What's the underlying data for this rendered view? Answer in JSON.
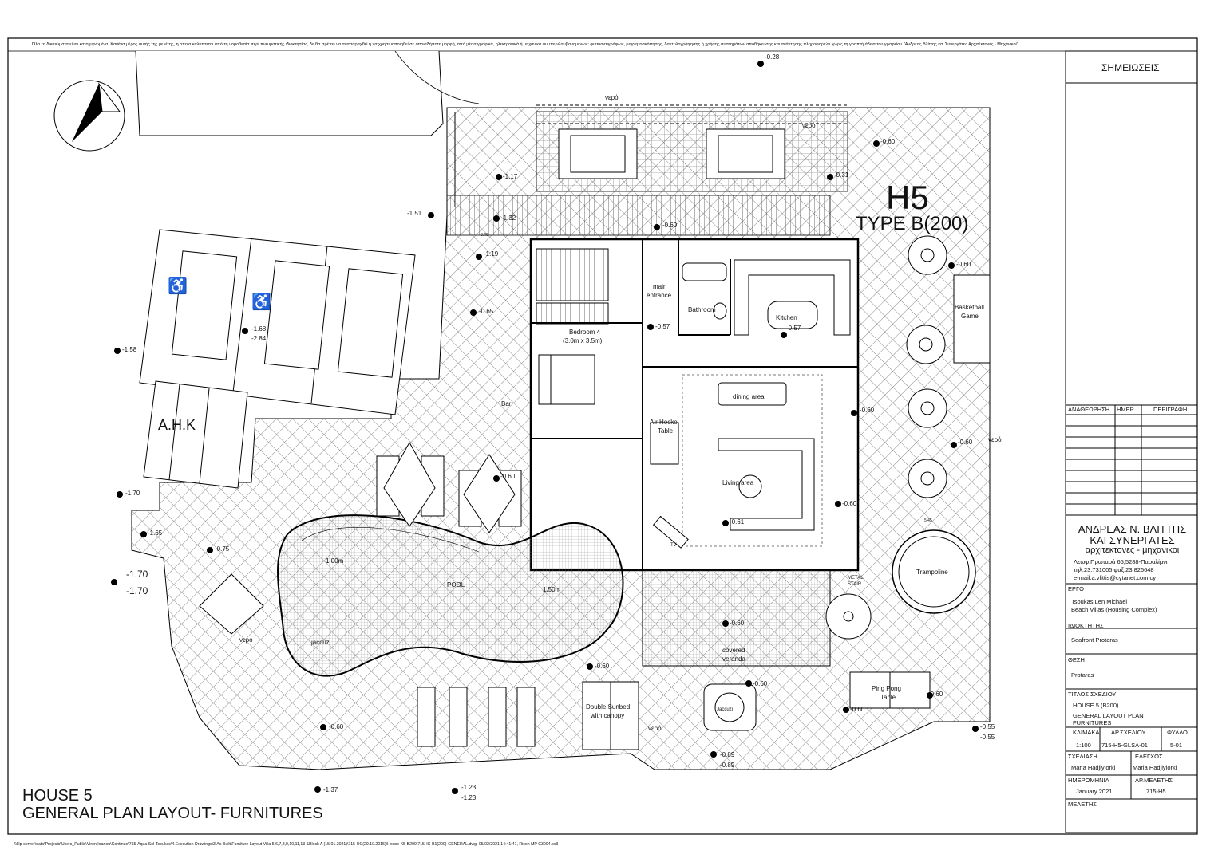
{
  "copyright": "Όλα τα δικαιώματα είναι κατοχυρωμένα. Κανένα μέρος αυτής της μελέτης, η οποία καλύπτεται από τη νομοθεσία περί πνευματικής ιδιοκτησίας, δε θα πρέπει να αναπαραχθεί ή να χρησιμοποιηθεί σε οποιαδήποτε μορφή, από μέσα γραφικά, ηλεκτρονικά ή μηχανικά συμπεριλαμβανομένων: φωτοαντιγράφων, μαγνητοσκόπησης, δακτυλογράφησης ή χρήσης συστημάτων αποθήκευσης και ανάκτησης πληροφοριών χωρίς τη γραπτή άδεια του γραφείου \"Ανδρέας Βλίττης και Συνεργάτες Αρχιτέκτονες - Μηχανικοί\"",
  "plan": {
    "house_code": "H5",
    "type_label": "TYPE B(200)",
    "aik": "Α.Η.Κ",
    "rooms": {
      "main_entrance": [
        "main",
        "entrance"
      ],
      "bathroom": "Bathroom",
      "kitchen": "Kitchen",
      "bedroom": [
        "Bedroom 4",
        "(3.0m x 3.5m)"
      ],
      "bar": "Bar",
      "air_hockey": [
        "Air Hocke",
        "Table"
      ],
      "dining": "dining area",
      "living": "Living area",
      "tv": "TV",
      "pool": "POOL",
      "pool_depth_1": "1.00m",
      "pool_depth_2": "1.50m",
      "jaccuzi_pool": "jaccuzi",
      "covered_veranda": [
        "covered",
        "veranda"
      ],
      "metal_stair": [
        "METAL",
        "STAIR"
      ],
      "trampoline": "Trampoline",
      "basketball": [
        "Basketball",
        "Game"
      ],
      "ping_pong": [
        "Ping Pong",
        "Table"
      ],
      "double_sunbed": [
        "Double Sunbed",
        "with canopy"
      ],
      "jaccuzi_small": "Jaccuzi",
      "water_1": "νερό",
      "water_2": "νερό",
      "water_3": "νερό",
      "water_4": "νερό",
      "water_5": "νερό",
      "dim_340": "3.40",
      "dim_545": "5.45"
    },
    "levels": {
      "l1": "-0.28",
      "l2": "-0.60",
      "l3": "-0.31",
      "l4": "-1.17",
      "l5": "-1.51",
      "l6": "-1.32",
      "l7": "-0.60",
      "l8": "-1.19",
      "l9": "-0.60",
      "l10": "-0.65",
      "l11": "-0.57",
      "l12": "-0.57",
      "l13": "-1.68",
      "l14": "-2.84",
      "l15": "-1.58",
      "l16": "-0.60",
      "l17": "-0.60",
      "l18": "-0.60",
      "l19": "-1.70",
      "l20": "-1.65",
      "l21": "-0.75",
      "l22": "-1.70",
      "l23": "-1.70",
      "l24": "-0.61",
      "l25": "-0.60",
      "l26": "-0.60",
      "l27": "-0.60",
      "l28": "-0.60",
      "l29": "-0.60",
      "l30": "-0.60",
      "l31": "-0.89",
      "l32": "-0.89",
      "l33": "-0.55",
      "l34": "-0.55",
      "l35": "-1.37",
      "l36": "-1.23",
      "l37": "-1.23",
      "l38": "-0.60"
    }
  },
  "title_block": {
    "notes_header": "ΣΗΜΕΙΩΣΕΙΣ",
    "rev_col1": "ΑΝΑΘΕΩΡΗΣΗ",
    "rev_col2": "ΗΜΕΡ.",
    "rev_col3": "ΠΕΡΙΓΡΑΦΗ",
    "firm_line1": "ΑΝΔΡΕΑΣ Ν. ΒΛΙΤΤΗΣ",
    "firm_line2": "ΚΑΙ ΣΥΝΕΡΓΑΤΕΣ",
    "firm_line3": "αρχιτεκτονες - μηχανικοι",
    "firm_addr": "Λεωφ.Πρωταρά 65,5288-Παραλίμνι",
    "firm_tel": "τηλ:23.731005,φαξ:23.826648",
    "firm_email": "e-mail:a.vlittis@cytanet.com.cy",
    "project_label": "ΕΡΓΟ",
    "project_line1": "Tsoukas Len Michael",
    "project_line2": "Beach Villas (Housing Complex)",
    "owner_label": "ΙΔΙΟΚΤΗΤΗΣ",
    "owner": "Seafront Protaras",
    "location_label": "ΘΕΣΗ",
    "location": "Protaras",
    "drawing_title_label": "ΤΙΤΛΟΣ ΣΧΕΔΙΟΥ",
    "drawing_title_1": "HOUSE 5 (B200)",
    "drawing_title_2": "GENERAL LAYOUT PLAN",
    "drawing_title_3": "FURNITURES",
    "scale_label": "ΚΛΙΜΑΚΑ",
    "scale": "1:100",
    "drawing_no_label": "ΑΡ.ΣΧΕΔΙΟΥ",
    "drawing_no": "715-H5-GLSA-01",
    "sheet_label": "ΦΥΛΛΟ",
    "sheet": "5-01",
    "drawn_label": "ΣΧΕΔΙΑΣΗ",
    "drawn": "Maria Hadjiyiorki",
    "checked_label": "ΕΛΕΓΧΟΣ",
    "checked": "Maria Hadjiyiorki",
    "date_label": "ΗΜΕΡΟΜΗΝΙΑ",
    "date": "January 2021",
    "study_no_label": "ΑΡ.ΜΕΛΕΤΗΣ",
    "study_no": "715-H5",
    "study_label": "ΜΕΛΕΤΗΣ"
  },
  "sheet_title": {
    "line1": "HOUSE 5",
    "line2": "GENERAL PLAN LAYOUT- FURNITURES"
  },
  "footer_path": "\\\\Hp-server\\data\\Projects\\Users_Public\\Viron Ioanou\\Continue\\715-Aqua Sol-Tsoukas\\4.Execution Drawings\\3.As Built\\Furniture Layout Villa 5,6,7,8,9,10,11,13 &Block A (15.01.2021)\\715-HC(29.10.2015)\\House K5-B200\\715HC-B1(200)-GENERAL.dwg, 05/02/2021 14:41:41, Ricoh MP C3004.pc3"
}
